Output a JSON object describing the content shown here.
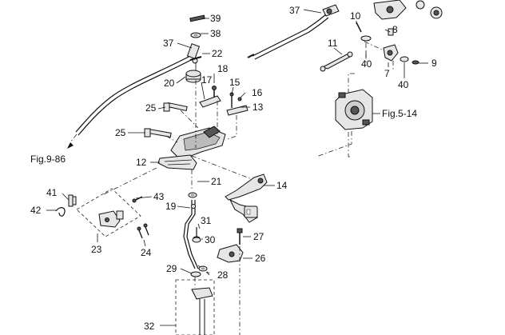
{
  "diagram": {
    "callouts": [
      "39",
      "38",
      "37",
      "22",
      "18",
      "20",
      "17",
      "15",
      "16",
      "25",
      "13",
      "25",
      "12",
      "21",
      "14",
      "43",
      "41",
      "42",
      "19",
      "31",
      "27",
      "30",
      "23",
      "24",
      "26",
      "29",
      "28",
      "32",
      "37",
      "10",
      "8",
      "11",
      "40",
      "7",
      "40",
      "9"
    ],
    "figure_refs": [
      "Fig.9-86",
      "Fig.5-14"
    ]
  }
}
